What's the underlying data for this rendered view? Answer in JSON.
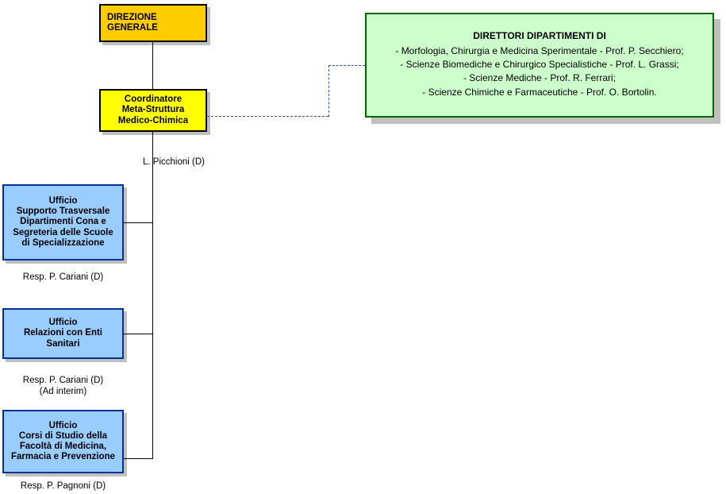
{
  "diagram": {
    "type": "organizational-chart",
    "title_hidden": "",
    "colors": {
      "direzione_fill": "#ffcc00",
      "coordinatore_fill": "#ffff00",
      "direttori_fill": "#ccffcc",
      "direttori_border": "#006600",
      "ufficio_fill": "#99ccff",
      "ufficio_border": "#003399",
      "dashed_connector": "#33559b",
      "shadow": "#c0c0c0"
    },
    "nodes": {
      "direzione_generale": {
        "line1": "DIREZIONE",
        "line2": "GENERALE"
      },
      "coordinatore": {
        "line1": "Coordinatore",
        "line2": "Meta-Struttura",
        "line3": "Medico-Chimica"
      },
      "direttori": {
        "title": "DIRETTORI DIPARTIMENTI DI",
        "items": [
          "-  Morfologia, Chirurgia e Medicina Sperimentale - Prof. P. Secchiero;",
          "- Scienze Biomediche e Chirurgico Specialistiche - Prof. L. Grassi;",
          "- Scienze Mediche - Prof. R. Ferrari;",
          "- Scienze Chimiche e Farmaceutiche - Prof. O. Bortolin."
        ]
      },
      "ufficio_supporto": {
        "line1": "Ufficio",
        "line2": "Supporto Trasversale",
        "line3": "Dipartimenti Cona e",
        "line4": "Segreteria delle Scuole",
        "line5": "di Specializzazione"
      },
      "ufficio_relazioni": {
        "line1": "Ufficio",
        "line2": "Relazioni con Enti",
        "line3": "Sanitari"
      },
      "ufficio_corsi": {
        "line1": "Ufficio",
        "line2": "Corsi di Studio della",
        "line3": "Facoltà di Medicina,",
        "line4": "Farmacia e Prevenzione"
      }
    },
    "captions": {
      "picchioni": "L. Picchioni (D)",
      "cariani_supporto": "Resp. P. Cariani (D)",
      "cariani_relazioni_line1": "Resp. P. Cariani (D)",
      "cariani_relazioni_line2": "(Ad interim)",
      "pagnoni": "Resp. P. Pagnoni (D)"
    }
  }
}
